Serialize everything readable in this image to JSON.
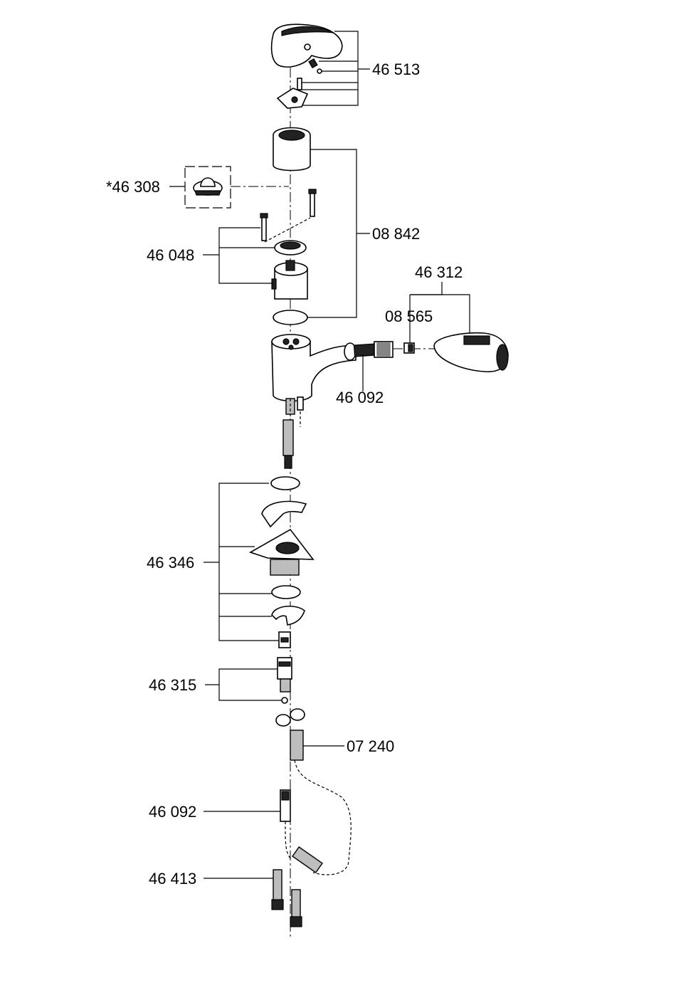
{
  "labels": {
    "handle_kit": "46 513",
    "cap_kit": "*46 308",
    "cartridge_fixing": "46 048",
    "cover": "08 842",
    "spray_head": "46 312",
    "spray_part": "08 565",
    "hose_upper": "46 092",
    "mounting_kit": "46 346",
    "hose_connector": "46 315",
    "weight": "07 240",
    "hose_lower": "46 092",
    "supply_hoses": "46 413"
  }
}
